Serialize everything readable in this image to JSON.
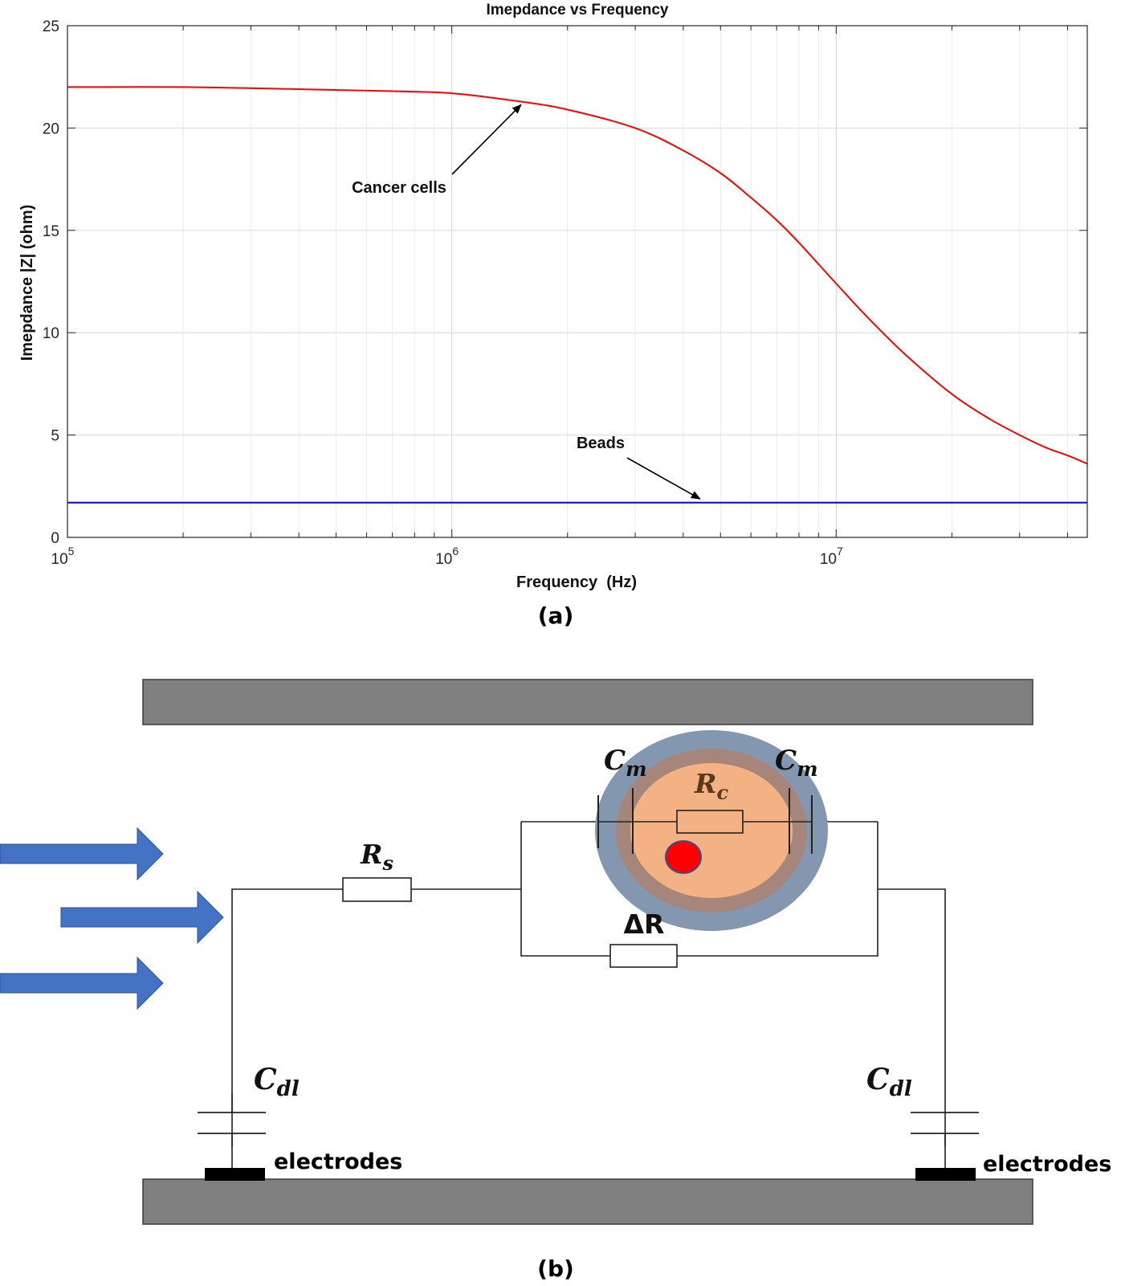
{
  "chart_data": {
    "type": "line",
    "title": "Imepdance vs Frequency",
    "xlabel": "Frequency  (Hz)",
    "ylabel": "Imepdance |Z| (ohm)",
    "x_scale": "log",
    "xlim": [
      100000,
      45000000
    ],
    "ylim": [
      0,
      25
    ],
    "x_ticks": [
      {
        "value": 100000,
        "base": "10",
        "exp": "5"
      },
      {
        "value": 1000000,
        "base": "10",
        "exp": "6"
      },
      {
        "value": 10000000,
        "base": "10",
        "exp": "7"
      }
    ],
    "y_ticks": [
      "0",
      "5",
      "10",
      "15",
      "20",
      "25"
    ],
    "grid": true,
    "series": [
      {
        "color": "#ff0000",
        "x": [
          100000,
          200000,
          400000,
          700000,
          1000000,
          1500000,
          2000000,
          3000000,
          4000000,
          5000000,
          6000000,
          7000000,
          8000000,
          10000000,
          12000000,
          15000000,
          20000000,
          25000000,
          30000000,
          35000000,
          40000000,
          45000000
        ],
        "y": [
          22.0,
          22.0,
          21.9,
          21.8,
          21.7,
          21.3,
          20.9,
          20.0,
          18.9,
          17.8,
          16.6,
          15.5,
          14.4,
          12.4,
          10.8,
          9.0,
          7.0,
          5.8,
          5.0,
          4.4,
          4.0,
          3.6
        ]
      },
      {
        "color": "#0000ff",
        "x": [
          100000,
          45000000
        ],
        "y": [
          1.7,
          1.7
        ]
      }
    ],
    "annotations": [
      {
        "text": "Cancer cells",
        "target_x": 1500000,
        "target_y": 21.3
      },
      {
        "text": "Beads",
        "target_x": 4600000,
        "target_y": 1.8
      }
    ]
  },
  "panel_labels": {
    "a": "(a)",
    "b": "(b)"
  },
  "circuit": {
    "labels": {
      "rs_main": "R",
      "rs_sub": "s",
      "cm_main": "C",
      "cm_sub": "m",
      "rc_main": "R",
      "rc_sub": "c",
      "delta_r": "ΔR",
      "cdl_main": "C",
      "cdl_sub": "dl",
      "electrodes": "electrodes"
    },
    "colors": {
      "plate": "#808080",
      "flow_arrow": "#4472c4",
      "cell_outer": "#8497b0",
      "cell_ring": "#a6867a",
      "cytoplasm": "#f4b183",
      "nucleus": "#ff0000",
      "electrode": "#000000"
    }
  }
}
